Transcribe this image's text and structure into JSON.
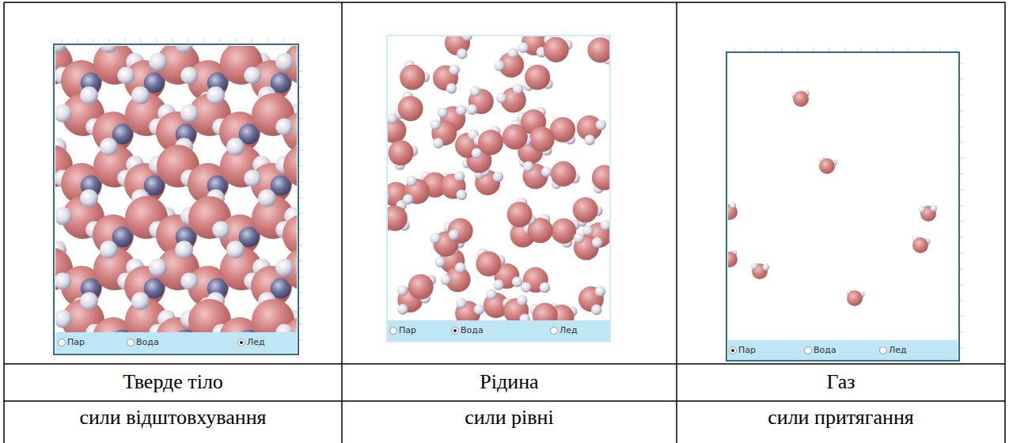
{
  "diagram": {
    "labels": [
      "Пар",
      "Вода",
      "Лед",
      "Пар",
      "Вода",
      "Лед",
      "Пар",
      "Вода",
      "Лед",
      "Тверде тіло",
      "Рідина",
      "Газ",
      "сили відштовхування",
      "сили рівні",
      "сили притягання"
    ]
  }
}
